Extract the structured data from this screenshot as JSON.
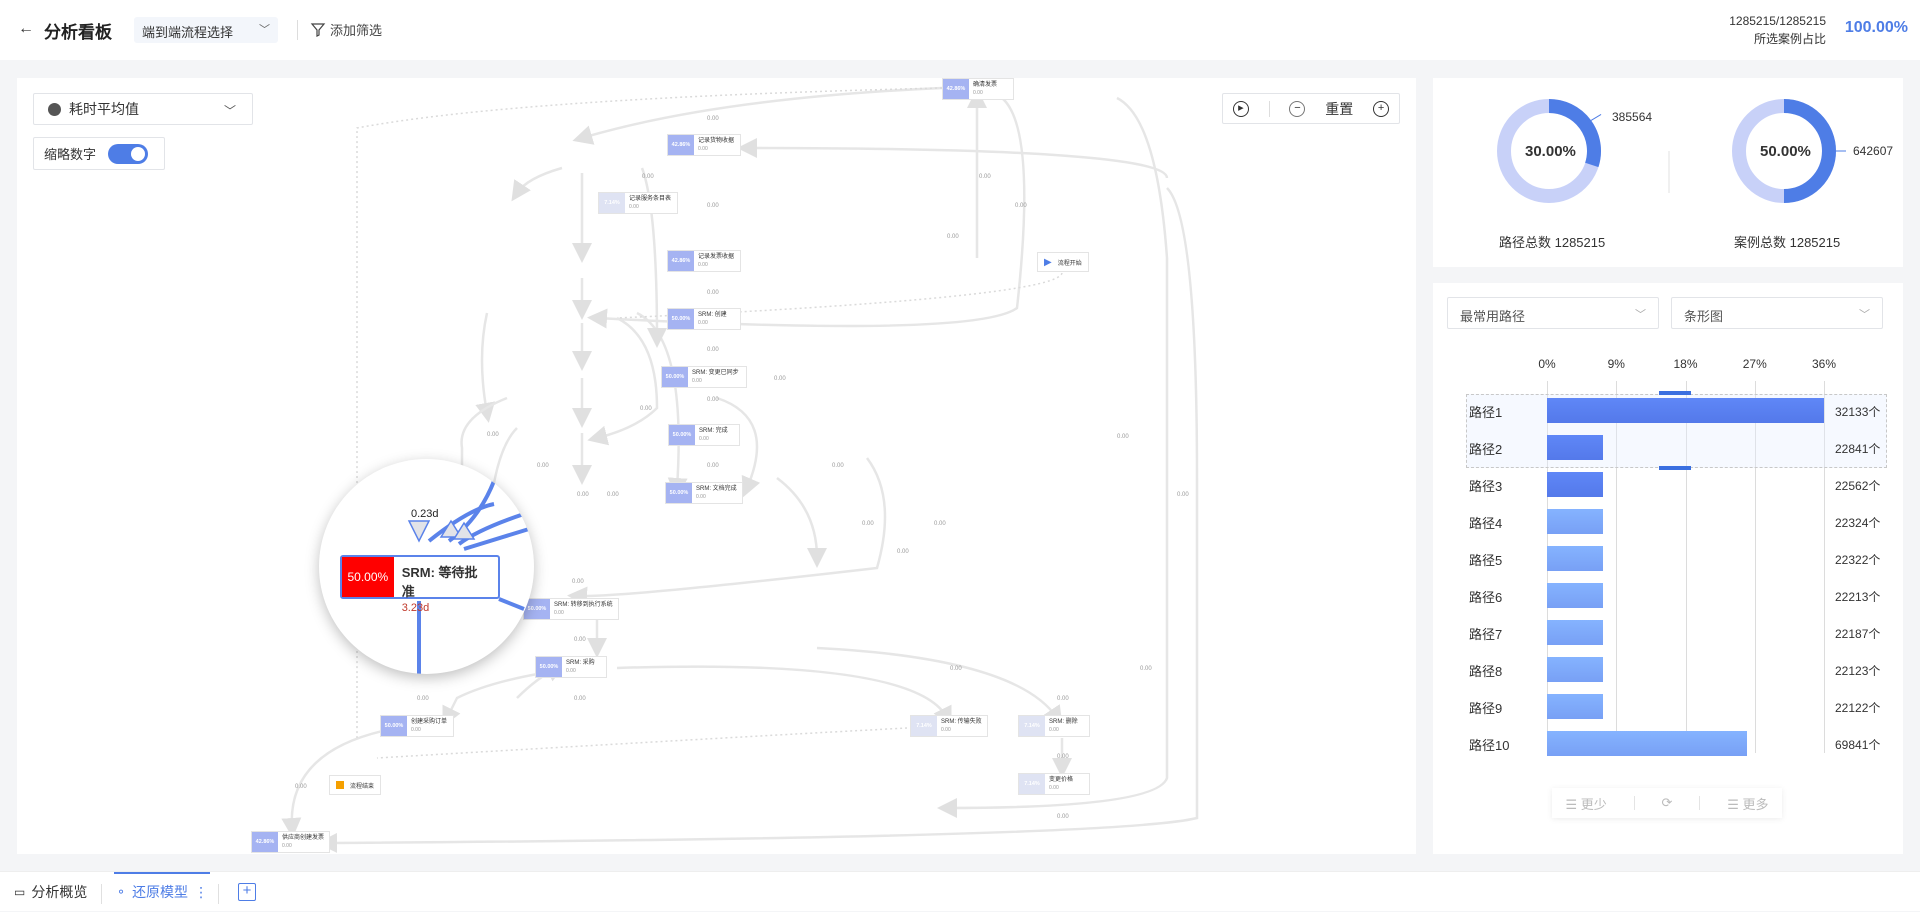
{
  "header": {
    "back_icon": "arrow-left-icon",
    "title": "分析看板",
    "flow_select": "端到端流程选择",
    "filter_icon": "filter-icon",
    "add_filter": "添加筛选",
    "case_ratio": "1285215/1285215",
    "case_ratio_label": "所选案例占比",
    "case_ratio_pct": "100.00%"
  },
  "map": {
    "measure_select": "耗时平均值",
    "measure_icon": "stopwatch-icon",
    "abbr_label": "缩略数字",
    "abbr_on": true,
    "controls": {
      "play_icon": "play-circle-icon",
      "zoom_out_icon": "minus-circle-icon",
      "reset": "重置",
      "zoom_in_icon": "plus-circle-icon"
    },
    "edge_label": "0.00",
    "nodes": [
      {
        "pct": "42.86%",
        "name": "确清发票",
        "val": "0.00",
        "level": "high"
      },
      {
        "pct": "42.86%",
        "name": "记录货物收据",
        "val": "0.00",
        "level": "high"
      },
      {
        "pct": "7.14%",
        "name": "记录服务条目表",
        "val": "0.00",
        "level": "low"
      },
      {
        "pct": "42.86%",
        "name": "记录发票收据",
        "val": "0.00",
        "level": "high"
      },
      {
        "pct": "50.00%",
        "name": "SRM: 创建",
        "val": "0.00",
        "level": "high"
      },
      {
        "pct": "50.00%",
        "name": "SRM: 变更已同步",
        "val": "0.00",
        "level": "high"
      },
      {
        "pct": "50.00%",
        "name": "SRM: 完成",
        "val": "0.00",
        "level": "high"
      },
      {
        "pct": "50.00%",
        "name": "SRM: 文档完成",
        "val": "0.00",
        "level": "high"
      },
      {
        "pct": "50.00%",
        "name": "SRM: 转移到执行系统",
        "val": "0.00",
        "level": "high"
      },
      {
        "pct": "50.00%",
        "name": "SRM: 采购",
        "val": "0.00",
        "level": "high"
      },
      {
        "pct": "50.00%",
        "name": "创建采购订单",
        "val": "0.00",
        "level": "high"
      },
      {
        "pct": "7.14%",
        "name": "SRM: 传输失败",
        "val": "0.00",
        "level": "low"
      },
      {
        "pct": "7.14%",
        "name": "SRM: 删除",
        "val": "0.00",
        "level": "low"
      },
      {
        "pct": "7.14%",
        "name": "变更价格",
        "val": "0.00",
        "level": "low"
      },
      {
        "pct": "42.86%",
        "name": "供应商创建发票",
        "val": "0.00",
        "level": "high"
      }
    ],
    "start_event": "流程开始",
    "end_event": "流程结束",
    "magnifier": {
      "edge_time": "0.23d",
      "pct": "50.00%",
      "name": "SRM: 等待批准",
      "duration": "3.23d"
    }
  },
  "donuts": [
    {
      "pct": "30.00%",
      "fraction": 0.3,
      "value": "385564",
      "label": "路径总数 1285215"
    },
    {
      "pct": "50.00%",
      "fraction": 0.5,
      "value": "642607",
      "label": "案例总数 1285215"
    }
  ],
  "paths": {
    "select_type": "最常用路径",
    "select_chart": "条形图",
    "chart_data": {
      "type": "bar",
      "orientation": "horizontal",
      "xlabel": "",
      "ylabel": "",
      "xlim": [
        0,
        36
      ],
      "ticks": [
        "0%",
        "9%",
        "18%",
        "27%",
        "36%"
      ],
      "categories": [
        "路径1",
        "路径2",
        "路径3",
        "路径4",
        "路径5",
        "路径6",
        "路径7",
        "路径8",
        "路径9",
        "路径10"
      ],
      "values_pct": [
        36,
        7.3,
        7.3,
        7.3,
        7.3,
        7.3,
        7.3,
        7.3,
        7.3,
        26
      ],
      "counts": [
        "32133个",
        "22841个",
        "22562个",
        "22324个",
        "22322个",
        "22213个",
        "22187个",
        "22123个",
        "22122个",
        "69841个"
      ],
      "selected": [
        "路径1",
        "路径2",
        "路径3"
      ]
    },
    "pager": {
      "less": "更少",
      "refresh_icon": "refresh-icon",
      "more": "更多"
    }
  },
  "bottom_tabs": [
    {
      "label": "分析概览",
      "icon": "monitor-icon",
      "active": false
    },
    {
      "label": "还原模型",
      "icon": "process-model-icon",
      "active": true
    }
  ],
  "colors": {
    "accent": "#4e7de6",
    "bar_selected": "#5b82f0",
    "bar": "#7fa8fa",
    "node_pct": "#a5b3f2",
    "highlight": "#ff0000"
  }
}
